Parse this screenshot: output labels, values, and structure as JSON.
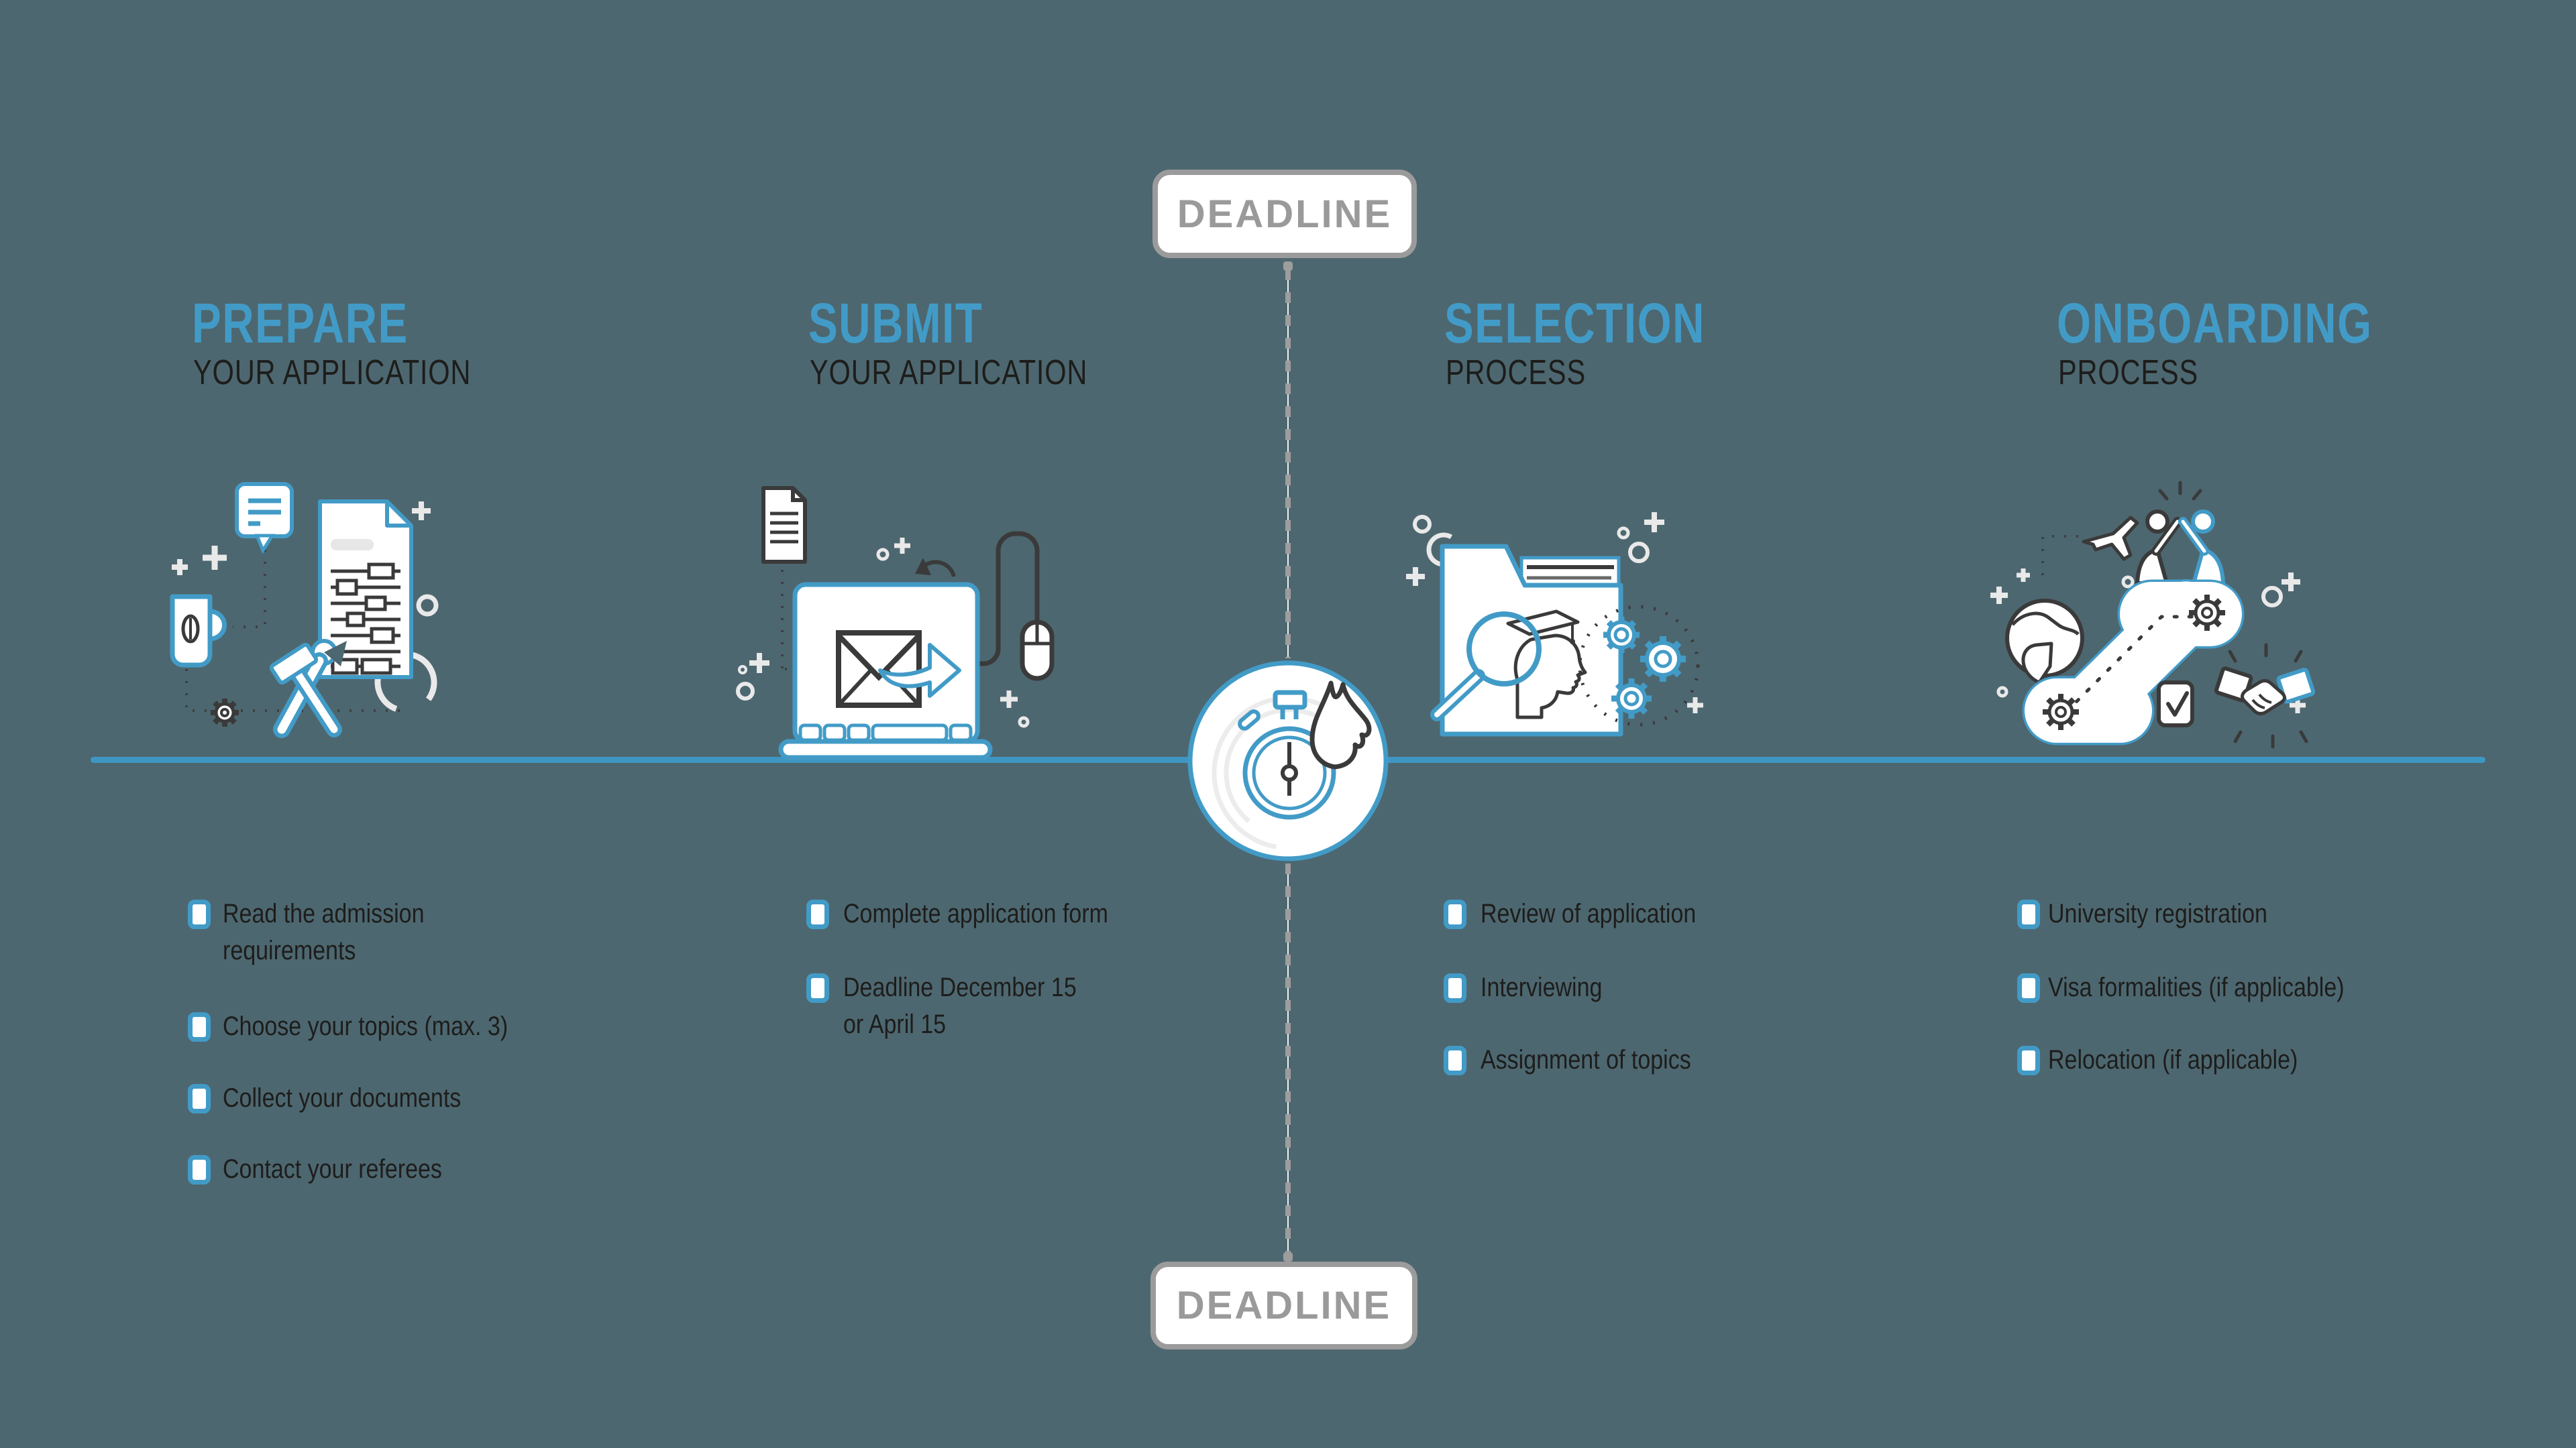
{
  "colors": {
    "background": "#4d6770",
    "accent_blue": "#429bc7",
    "timeline_blue": "#3e96c3",
    "badge_gray": "#9b9b9b",
    "text_dark": "#1d1d1b",
    "outline_dark": "#3a3a3a",
    "decor_light": "#e9e9e9"
  },
  "deadline_top": {
    "label": "DEADLINE"
  },
  "deadline_bottom": {
    "label": "DEADLINE"
  },
  "center": {
    "icon": "stopwatch-flame-icon"
  },
  "columns": [
    {
      "title": "PREPARE",
      "subtitle": "YOUR APPLICATION",
      "icon": "prepare-documents-tools-illustration",
      "items": [
        {
          "lines": [
            "Read the admission",
            "requirements"
          ]
        },
        {
          "lines": [
            "Choose your topics (max. 3)"
          ]
        },
        {
          "lines": [
            "Collect your documents"
          ]
        },
        {
          "lines": [
            "Contact your referees"
          ]
        }
      ]
    },
    {
      "title": "SUBMIT",
      "subtitle": "YOUR APPLICATION",
      "icon": "submit-laptop-email-illustration",
      "items": [
        {
          "lines": [
            "Complete application form"
          ]
        },
        {
          "lines": [
            "Deadline December 15",
            "or April 15"
          ]
        }
      ]
    },
    {
      "title": "SELECTION",
      "subtitle": "PROCESS",
      "icon": "selection-folder-magnifier-illustration",
      "items": [
        {
          "lines": [
            "Review of application"
          ]
        },
        {
          "lines": [
            "Interviewing"
          ]
        },
        {
          "lines": [
            "Assignment of topics"
          ]
        }
      ]
    },
    {
      "title": "ONBOARDING",
      "subtitle": "PROCESS",
      "icon": "onboarding-journey-handshake-illustration",
      "items": [
        {
          "lines": [
            "University registration"
          ]
        },
        {
          "lines": [
            "Visa formalities (if applicable)"
          ]
        },
        {
          "lines": [
            "Relocation (if applicable)"
          ]
        }
      ]
    }
  ]
}
